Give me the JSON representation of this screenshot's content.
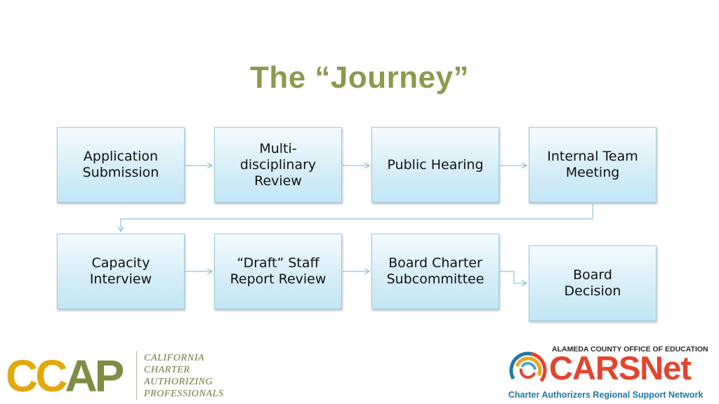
{
  "slide": {
    "title": "The “Journey”",
    "steps": [
      "Application\nSubmission",
      "Multi-\ndisciplinary\nReview",
      "Public Hearing",
      "Internal Team\nMeeting",
      "Capacity\nInterview",
      "“Draft” Staff\nReport Review",
      "Board Charter\nSubcommittee",
      "Board\nDecision"
    ]
  },
  "logos": {
    "ccap": {
      "mark_left": "CC",
      "mark_right": "AP",
      "lines": [
        "CALIFORNIA",
        "CHARTER",
        "AUTHORIZING",
        "PROFESSIONALS"
      ]
    },
    "carsnet": {
      "org": "ALAMEDA COUNTY OFFICE OF EDUCATION",
      "name": "CARSNet",
      "tagline": "Charter Authorizers Regional Support Network"
    }
  },
  "colors": {
    "title": "#8a9a4e",
    "box_border": "#9cc9dd",
    "connector": "#6fb5d4",
    "ccap_gold": "#e2a90f",
    "ccap_green": "#7e8d45",
    "carsnet_red": "#e2452e",
    "carsnet_blue": "#1e78a8"
  }
}
